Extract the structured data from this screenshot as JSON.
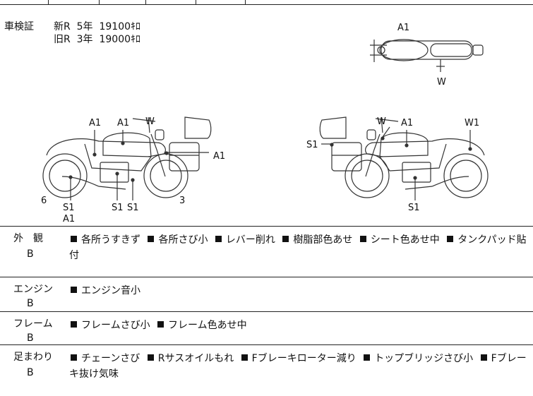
{
  "shaken": {
    "label": "車検証",
    "rows": [
      {
        "type": "新R",
        "years": "5年",
        "km": "19100ｷﾛ"
      },
      {
        "type": "旧R",
        "years": "3年",
        "km": "19000ｷﾛ"
      }
    ]
  },
  "diagram_labels": {
    "top_view": [
      "A1",
      "W"
    ],
    "left_view": [
      "A1",
      "A1",
      "W",
      "A1",
      "6",
      "S1",
      "A1",
      "S1",
      "S1",
      "3"
    ],
    "right_view": [
      "W",
      "A1",
      "W1",
      "S1",
      "S1"
    ]
  },
  "sections": [
    {
      "name": "外　観",
      "grade": "B",
      "items": [
        "各所うすきず",
        "各所さび小",
        "レバー削れ",
        "樹脂部色あせ",
        "シート色あせ中",
        "タンクパッド貼付"
      ]
    },
    {
      "name": "エンジン",
      "grade": "B",
      "items": [
        "エンジン音小"
      ]
    },
    {
      "name": "フレーム",
      "grade": "B",
      "items": [
        "フレームさび小",
        "フレーム色あせ中"
      ]
    },
    {
      "name": "足まわり",
      "grade": "B",
      "items": [
        "チェーンさび",
        "Rサスオイルもれ",
        "Fブレーキローター減り",
        "トップブリッジさび小",
        "Fブレーキ抜け気味"
      ]
    }
  ]
}
